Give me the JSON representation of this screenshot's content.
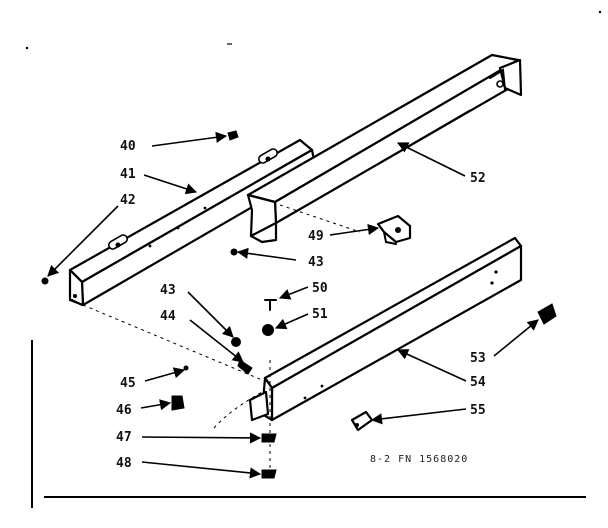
{
  "callouts": {
    "c40": "40",
    "c41": "41",
    "c42": "42",
    "c43a": "43",
    "c43b": "43",
    "c44": "44",
    "c45": "45",
    "c46": "46",
    "c47": "47",
    "c48": "48",
    "c49": "49",
    "c50": "50",
    "c51": "51",
    "c52": "52",
    "c53": "53",
    "c54": "54",
    "c55": "55"
  },
  "figure_ref": "8-2   FN 1568020"
}
